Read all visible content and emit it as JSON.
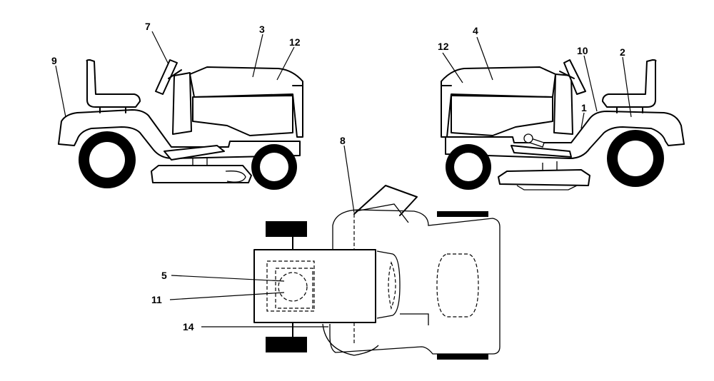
{
  "colors": {
    "line": "#000000",
    "background": "#ffffff"
  },
  "callouts": {
    "c1": "1",
    "c2": "2",
    "c3": "3",
    "c4": "4",
    "c5": "5",
    "c7": "7",
    "c8": "8",
    "c9": "9",
    "c10": "10",
    "c11": "11",
    "c12_left": "12",
    "c12_right": "12",
    "c14": "14"
  }
}
